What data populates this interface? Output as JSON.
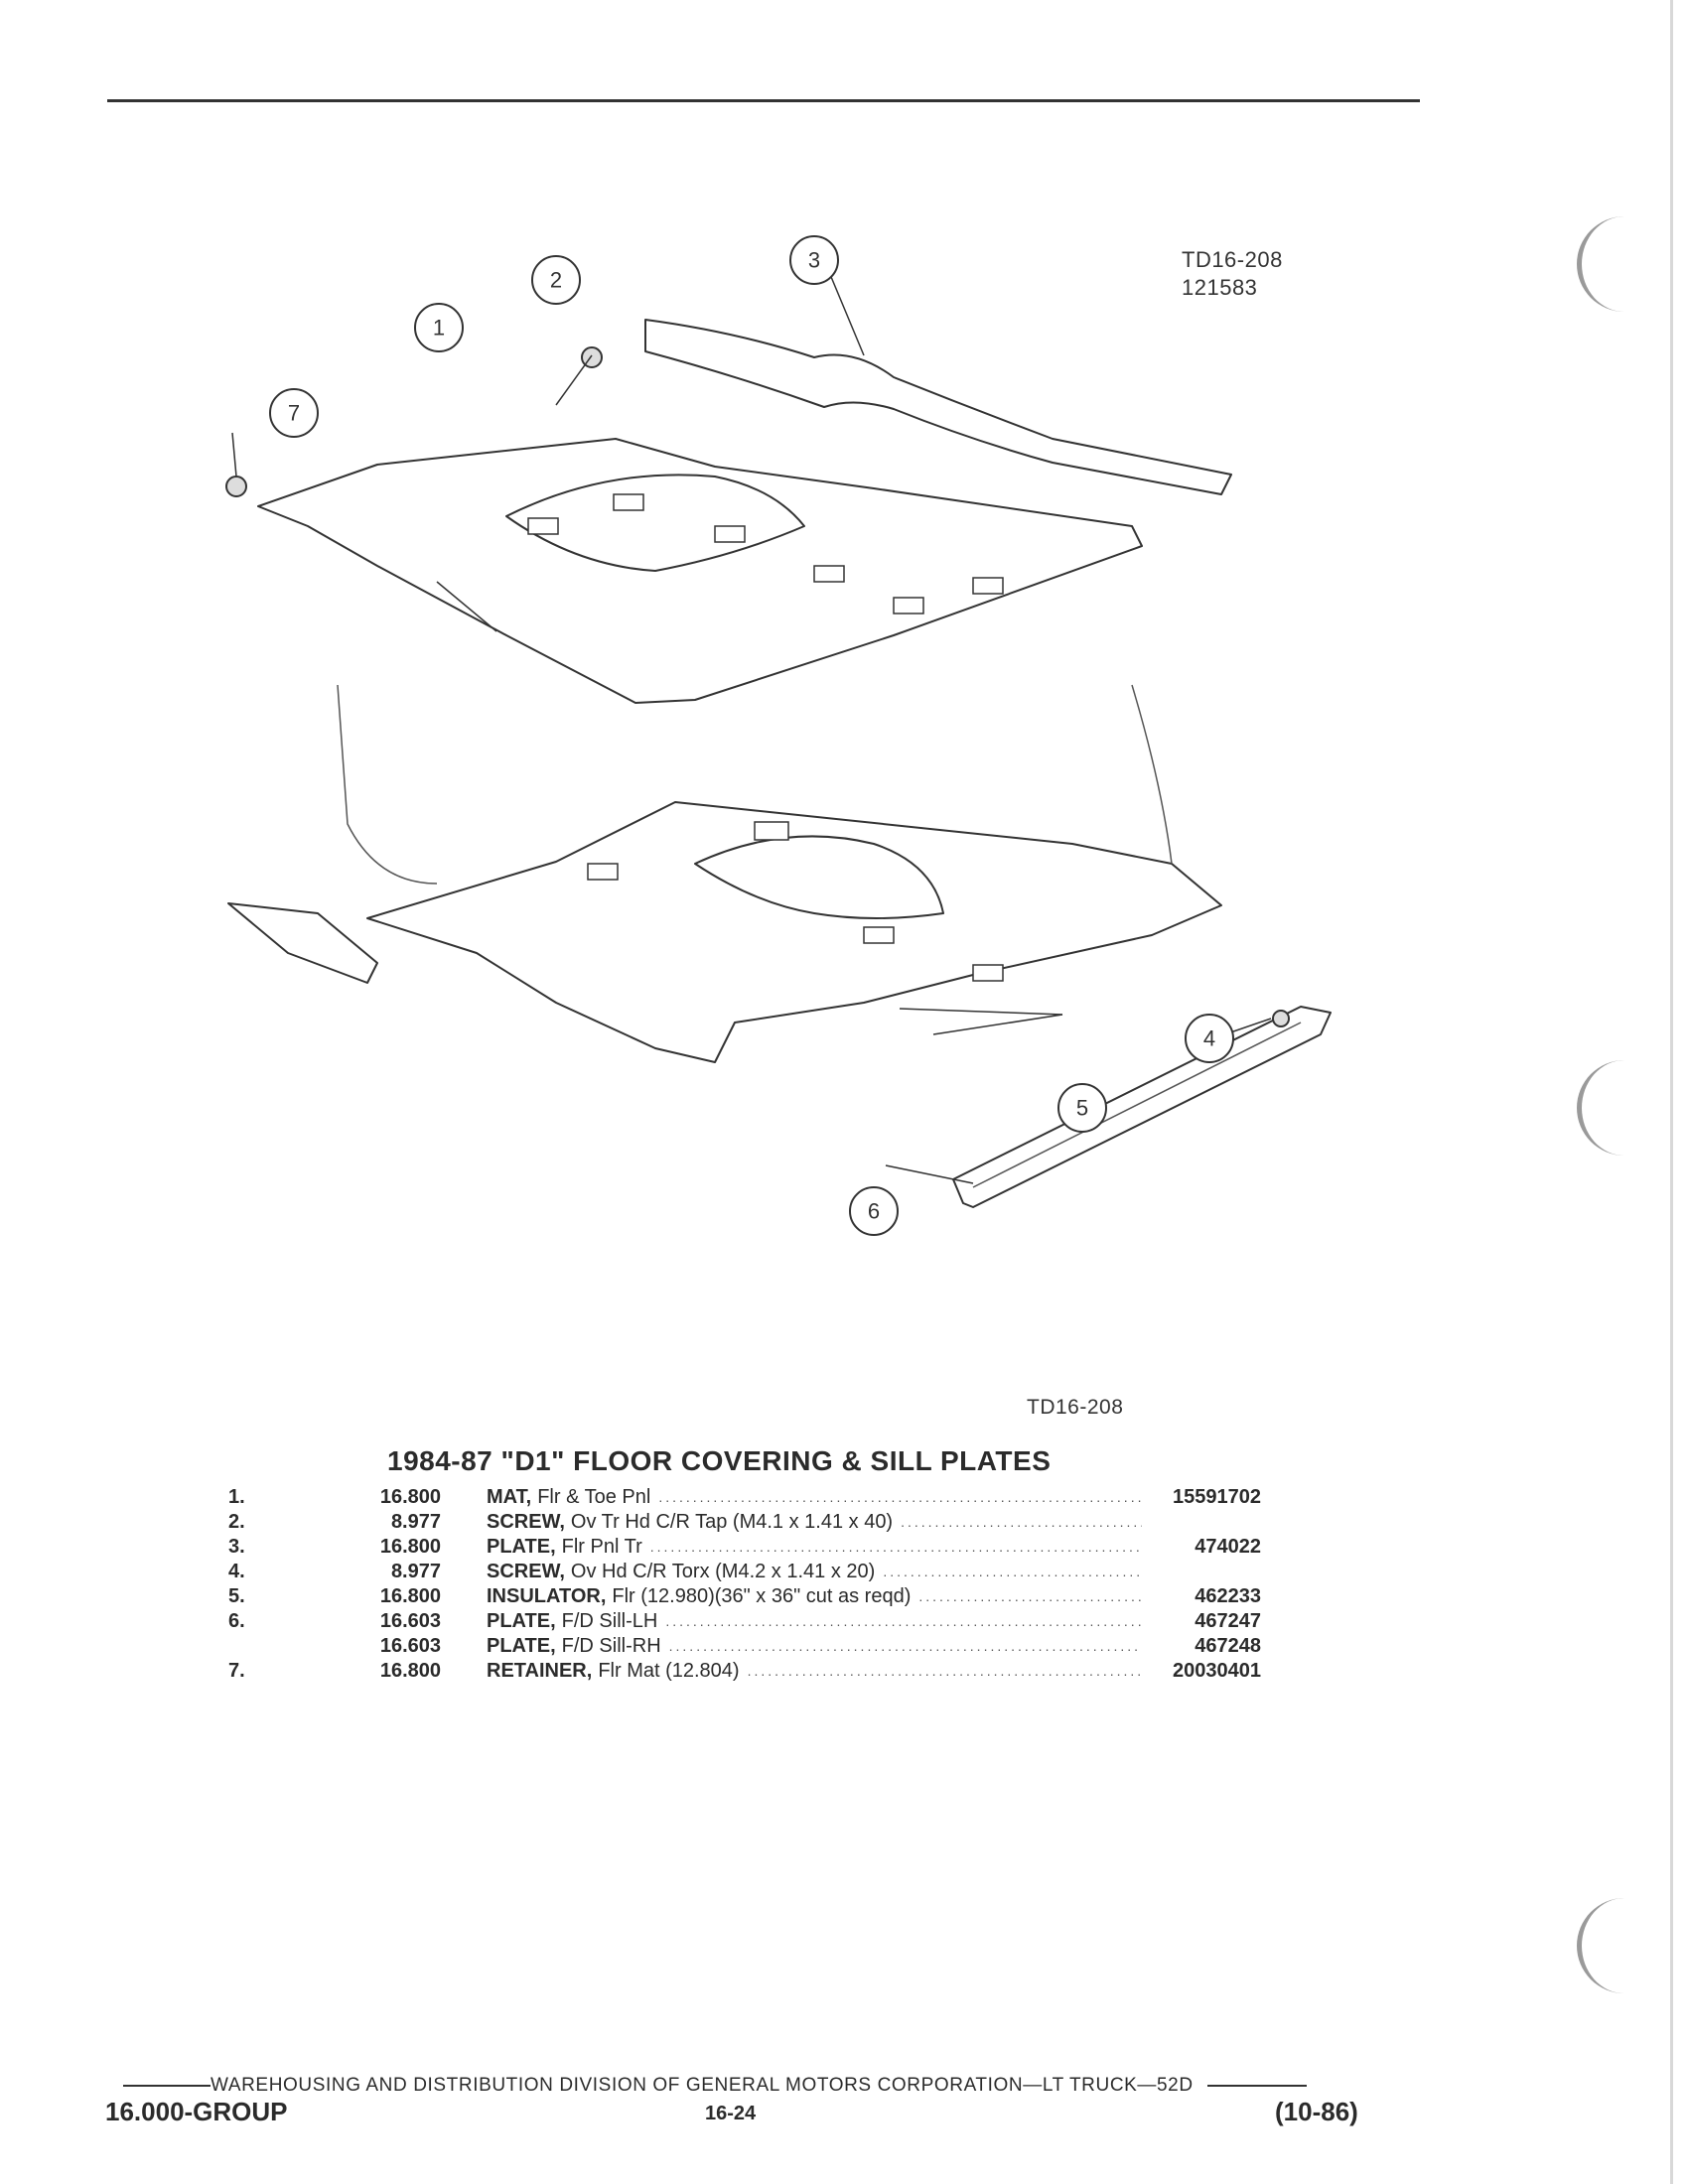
{
  "figure": {
    "code": "TD16-208",
    "date_code": "121583",
    "label": "TD16-208",
    "callouts": [
      "1",
      "2",
      "3",
      "4",
      "5",
      "6",
      "7"
    ]
  },
  "parts_list": {
    "title": "1984-87 \"D1\" FLOOR COVERING & SILL PLATES",
    "items": [
      {
        "index": "1.",
        "group": "16.800",
        "name": "MAT,",
        "detail": "Flr & Toe Pnl",
        "part": "15591702"
      },
      {
        "index": "2.",
        "group": "8.977",
        "name": "SCREW,",
        "detail": "Ov Tr Hd C/R Tap (M4.1 x 1.41 x 40)",
        "part": ""
      },
      {
        "index": "3.",
        "group": "16.800",
        "name": "PLATE,",
        "detail": "Flr Pnl Tr",
        "part": "474022"
      },
      {
        "index": "4.",
        "group": "8.977",
        "name": "SCREW,",
        "detail": "Ov Hd C/R Torx (M4.2 x 1.41 x 20)",
        "part": ""
      },
      {
        "index": "5.",
        "group": "16.800",
        "name": "INSULATOR,",
        "detail": "Flr (12.980)(36\" x 36\" cut as reqd)",
        "part": "462233"
      },
      {
        "index": "6.",
        "group": "16.603",
        "name": "PLATE,",
        "detail": "F/D Sill-LH",
        "part": "467247"
      },
      {
        "index": "",
        "group": "16.603",
        "name": "PLATE,",
        "detail": "F/D Sill-RH",
        "part": "467248"
      },
      {
        "index": "7.",
        "group": "16.800",
        "name": "RETAINER,",
        "detail": "Flr Mat (12.804)",
        "part": "20030401"
      }
    ]
  },
  "footer": {
    "division": "WAREHOUSING AND DISTRIBUTION DIVISION OF GENERAL MOTORS CORPORATION—LT TRUCK—52D",
    "group": "16.000-GROUP",
    "page": "16-24",
    "date": "(10-86)"
  }
}
